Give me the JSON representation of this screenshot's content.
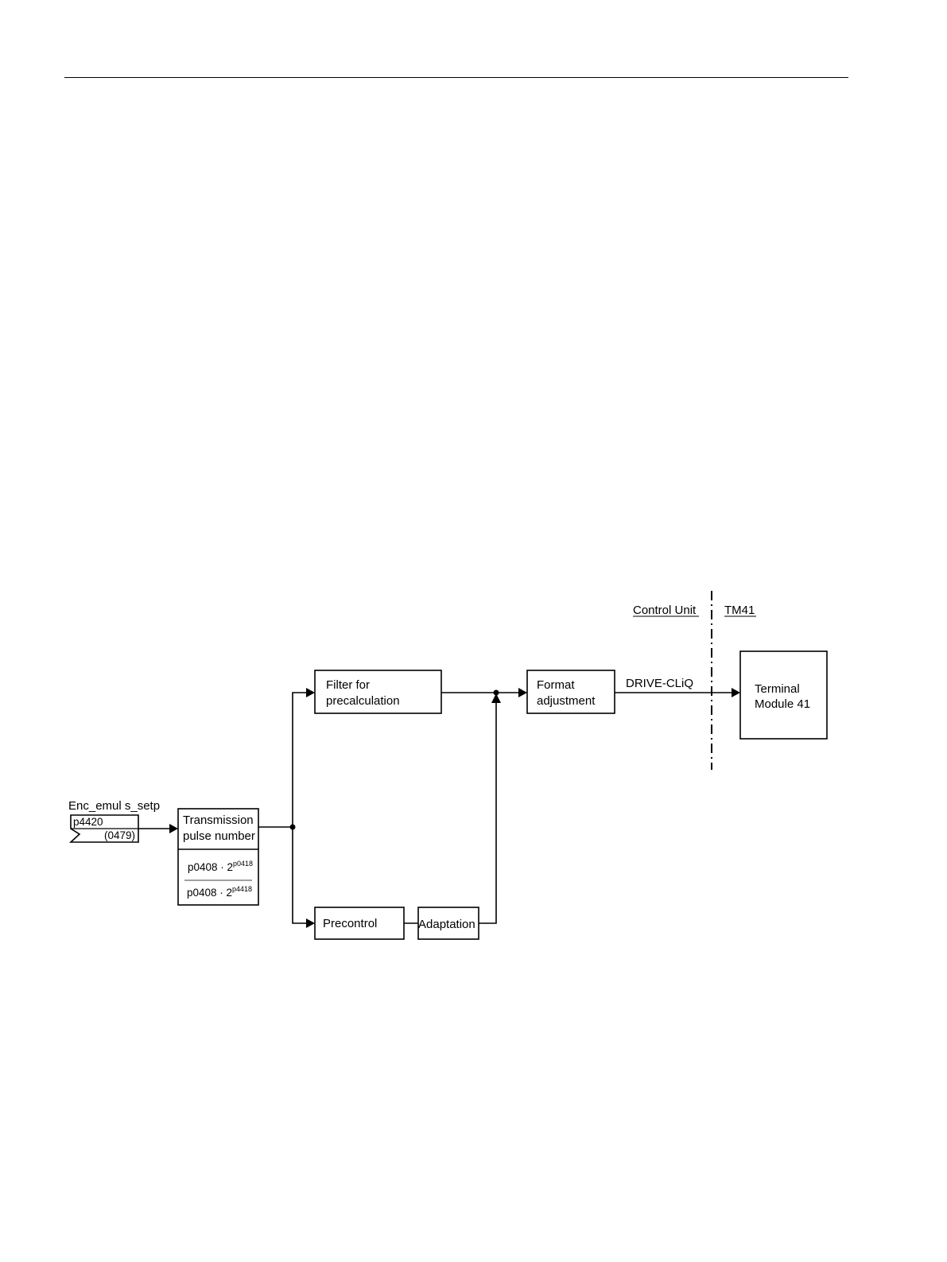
{
  "signal": {
    "name": "Enc_emul s_setp",
    "parameter": "p4420",
    "index": "(0479)"
  },
  "blocks": {
    "transmission": {
      "line1": "Transmission",
      "line2": "pulse number"
    },
    "formula": {
      "numerator_base": "p0408 · 2",
      "numerator_exp": "p0418",
      "denominator_base": "p0408 · 2",
      "denominator_exp": "p4418"
    },
    "filter": {
      "line1": "Filter for",
      "line2": "precalculation"
    },
    "precontrol": {
      "label": "Precontrol"
    },
    "adaptation": {
      "label": "Adaptation"
    },
    "format": {
      "line1": "Format",
      "line2": "adjustment"
    },
    "terminal": {
      "line1": "Terminal",
      "line2": "Module 41"
    }
  },
  "link_label": "DRIVE-CLiQ",
  "boundary": {
    "left_label": "Control Unit",
    "right_label": "TM41"
  }
}
